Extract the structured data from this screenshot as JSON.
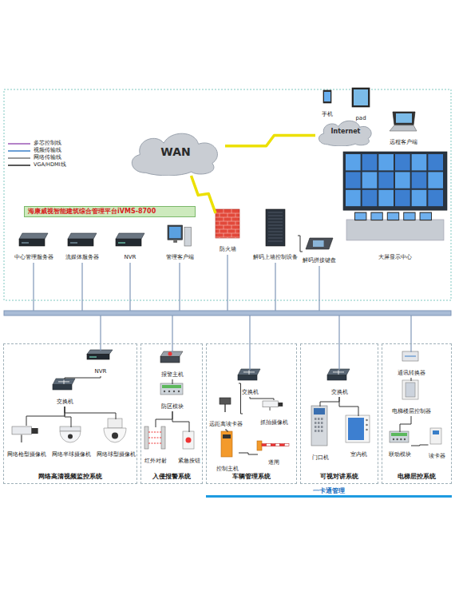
{
  "diagram": {
    "nodes": [
      {
        "text": [
          "手机"
        ]
      },
      {
        "text": [
          "pad"
        ]
      },
      {
        "text": [
          "Internet"
        ]
      },
      {
        "text": [
          "远程客户端"
        ]
      },
      {
        "text": [
          "WAN"
        ]
      },
      {
        "text": [
          "海康威视智能建筑综合管理平台iVMS-8700"
        ]
      },
      {
        "text": [
          "中心管理服务器"
        ]
      },
      {
        "text": [
          "流媒体服务器"
        ]
      },
      {
        "text": [
          "NVR"
        ]
      },
      {
        "text": [
          "管理客户端"
        ]
      },
      {
        "text": [
          "防火墙"
        ]
      },
      {
        "text": [
          "解码上墙控制设备"
        ]
      },
      {
        "text": [
          "解码拼接键盘"
        ]
      },
      {
        "text": [
          "大屏显示中心"
        ]
      },
      {
        "text": [
          "网络高清视频监控系统"
        ]
      },
      {
        "text": [
          "NVR"
        ],
        "in": 14
      },
      {
        "text": [
          "交换机"
        ],
        "in": 14
      },
      {
        "text": [
          "网络枪型摄像机"
        ],
        "in": 14
      },
      {
        "text": [
          "网络半球摄像机"
        ],
        "in": 14
      },
      {
        "text": [
          "网络球型摄像机"
        ],
        "in": 14
      },
      {
        "text": [
          "入侵报警系统"
        ]
      },
      {
        "text": [
          "报警主机"
        ],
        "in": 20
      },
      {
        "text": [
          "防区模块"
        ],
        "in": 20
      },
      {
        "text": [
          "红外对射"
        ],
        "in": 20
      },
      {
        "text": [
          "紧急按钮"
        ],
        "in": 20
      },
      {
        "text": [
          "车辆管理系统"
        ]
      },
      {
        "text": [
          "交换机"
        ],
        "in": 25
      },
      {
        "text": [
          "远距离读卡器"
        ],
        "in": 25
      },
      {
        "text": [
          "抓拍摄像机"
        ],
        "in": 25
      },
      {
        "text": [
          "控制主机"
        ],
        "in": 25
      },
      {
        "text": [
          "道闸"
        ],
        "in": 25
      },
      {
        "text": [
          "可视对讲系统"
        ]
      },
      {
        "text": [
          "交换机"
        ],
        "in": 31
      },
      {
        "text": [
          "门口机"
        ],
        "in": 31
      },
      {
        "text": [
          "室内机"
        ],
        "in": 31
      },
      {
        "text": [
          "电梯层控系统"
        ]
      },
      {
        "text": [
          "通讯转换器"
        ],
        "in": 35
      },
      {
        "text": [
          "电梯楼层控制器"
        ],
        "in": 35
      },
      {
        "text": [
          "联动模块"
        ],
        "in": 35
      },
      {
        "text": [
          "读卡器"
        ],
        "in": 35
      },
      {
        "text": [
          "一卡通管理"
        ]
      }
    ],
    "edges": [
      {
        "from": 4,
        "to": 10,
        "arrow": "none"
      },
      {
        "from": 4,
        "to": 2,
        "arrow": "none"
      },
      {
        "from": 11,
        "to": 12,
        "arrow": "none"
      },
      {
        "from": 16,
        "to": 15,
        "arrow": "none"
      },
      {
        "from": 16,
        "to": 17,
        "arrow": "none"
      },
      {
        "from": 16,
        "to": 18,
        "arrow": "none"
      },
      {
        "from": 16,
        "to": 19,
        "arrow": "none"
      },
      {
        "from": 21,
        "to": 22,
        "arrow": "none"
      },
      {
        "from": 22,
        "to": 23,
        "arrow": "none"
      },
      {
        "from": 22,
        "to": 24,
        "arrow": "none"
      },
      {
        "from": 26,
        "to": 27,
        "arrow": "none"
      },
      {
        "from": 26,
        "to": 28,
        "arrow": "none"
      },
      {
        "from": 27,
        "to": 29,
        "arrow": "none"
      },
      {
        "from": 29,
        "to": 30,
        "arrow": "none"
      },
      {
        "from": 32,
        "to": 33,
        "arrow": "none"
      },
      {
        "from": 32,
        "to": 34,
        "arrow": "none"
      },
      {
        "from": 36,
        "to": 37,
        "arrow": "none"
      },
      {
        "from": 37,
        "to": 38,
        "arrow": "none"
      },
      {
        "from": 38,
        "to": 39,
        "arrow": "none"
      }
    ],
    "legend": [
      {
        "text": "多芯控制线"
      },
      {
        "text": "视频传输线"
      },
      {
        "text": "网络传输线"
      },
      {
        "text": "VGA/HDMI线"
      }
    ]
  }
}
